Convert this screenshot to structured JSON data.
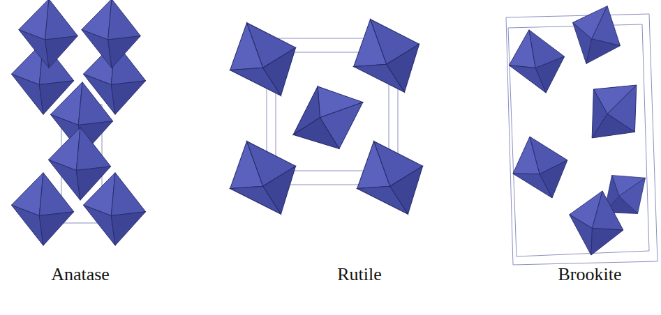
{
  "diagram": {
    "labels": [
      "Anatase",
      "Rutile",
      "Brookite"
    ]
  }
}
